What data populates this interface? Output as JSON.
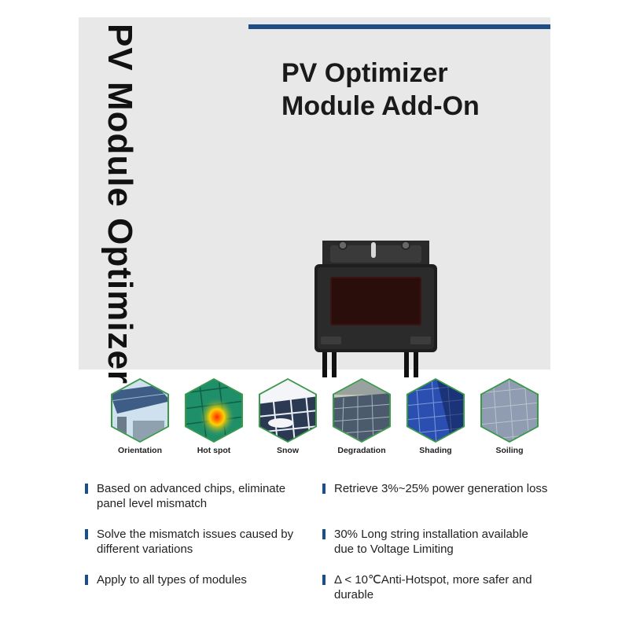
{
  "vertical_title": "PV Module Optimizer",
  "headline": {
    "line1": "PV Optimizer",
    "line2": "Module Add-On"
  },
  "colors": {
    "accent": "#1d4e86",
    "hex_border": "#3a9a4a",
    "background": "#e8e8e8"
  },
  "icons": [
    {
      "label": "Orientation",
      "icon": "orientation-icon"
    },
    {
      "label": "Hot spot",
      "icon": "hot-spot-icon"
    },
    {
      "label": "Snow",
      "icon": "snow-icon"
    },
    {
      "label": "Degradation",
      "icon": "degradation-icon"
    },
    {
      "label": "Shading",
      "icon": "shading-icon"
    },
    {
      "label": "Soiling",
      "icon": "soiling-icon"
    }
  ],
  "features": {
    "left": [
      "Based on advanced chips, eliminate panel level mismatch",
      "Solve the  mismatch issues caused by different variations",
      "Apply to all types of modules"
    ],
    "right": [
      "Retrieve 3%~25% power generation loss",
      "30% Long string installation available due to Voltage Limiting",
      "Δ < 10℃Anti-Hotspot, more safer and durable"
    ]
  }
}
